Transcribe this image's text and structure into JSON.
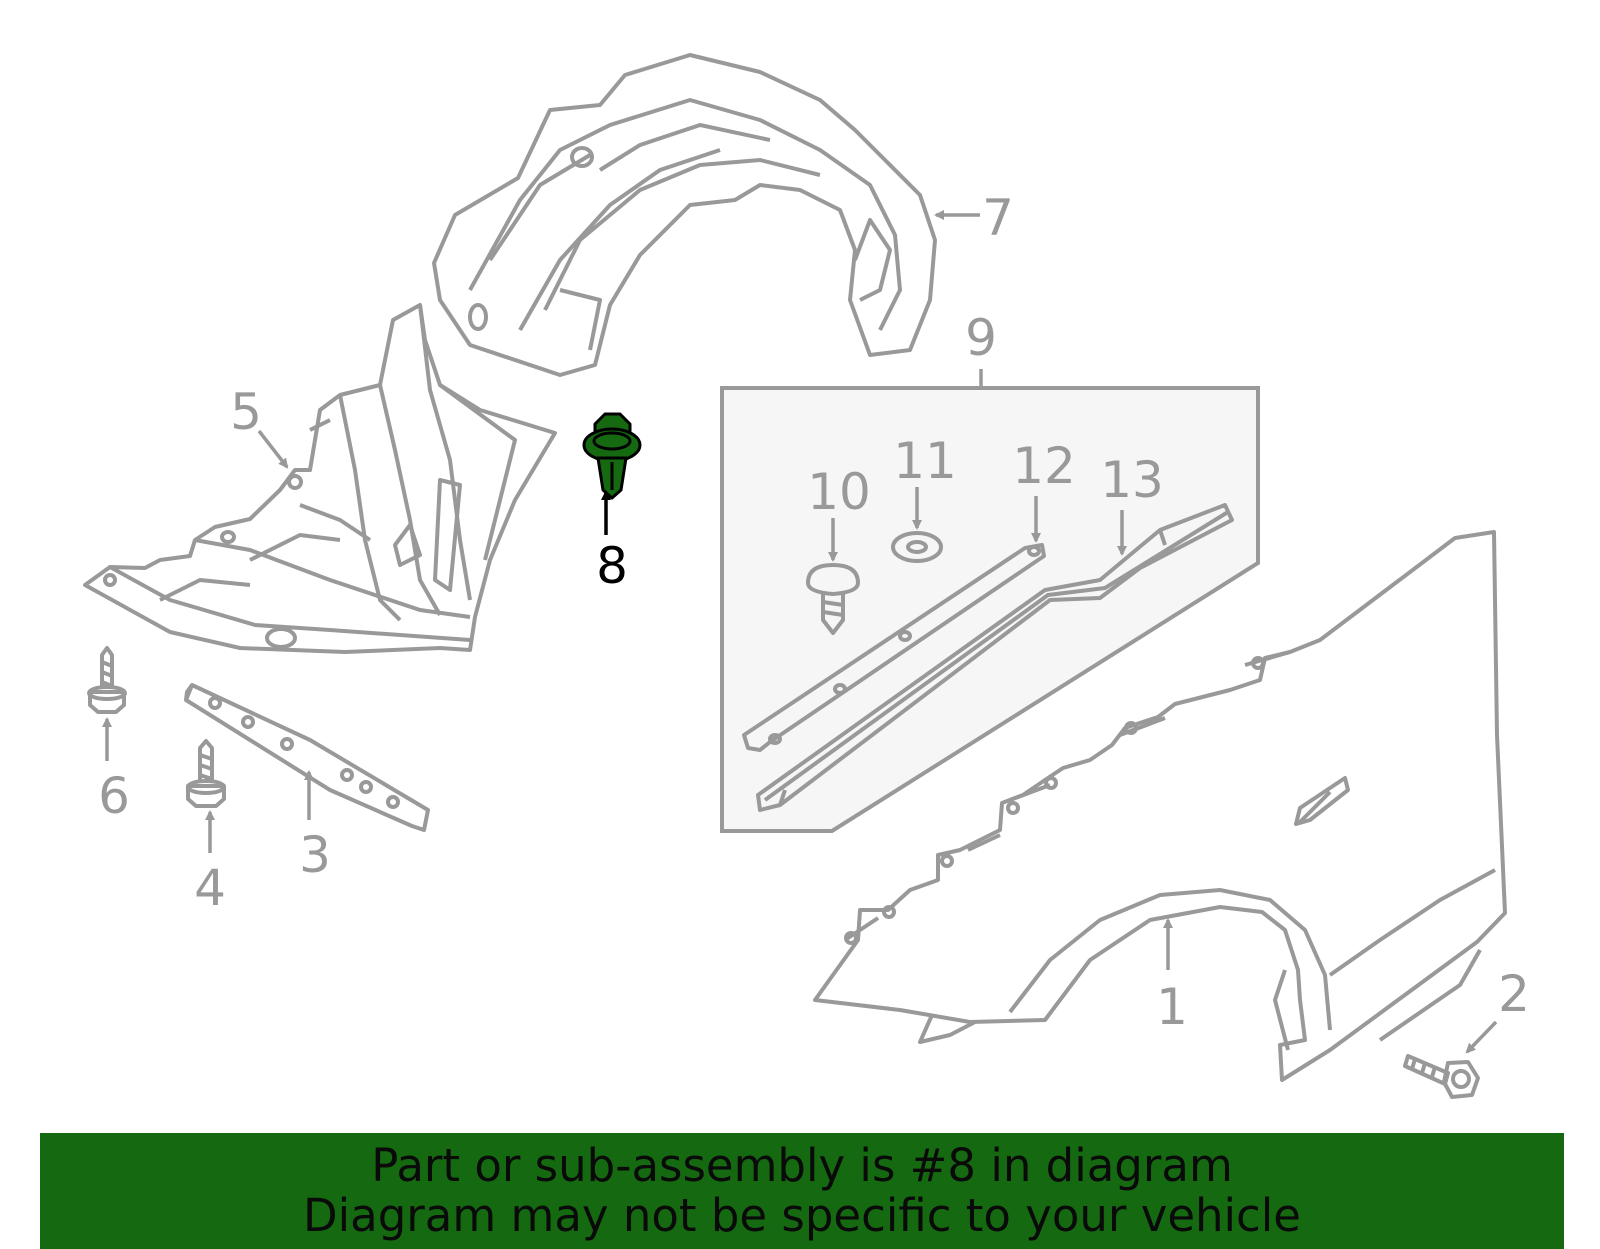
{
  "callouts": {
    "c1": "1",
    "c2": "2",
    "c3": "3",
    "c4": "4",
    "c5": "5",
    "c6": "6",
    "c7": "7",
    "c8": "8",
    "c9": "9",
    "c10": "10",
    "c11": "11",
    "c12": "12",
    "c13": "13"
  },
  "highlighted_part": "8",
  "banner": {
    "line1": "Part or sub-assembly is #8 in diagram",
    "line2": "Diagram may not be specific to your vehicle"
  },
  "colors": {
    "line": "#999999",
    "highlight": "#156a11",
    "banner_bg": "#156a11",
    "kit_box_fill": "#f6f6f6"
  }
}
